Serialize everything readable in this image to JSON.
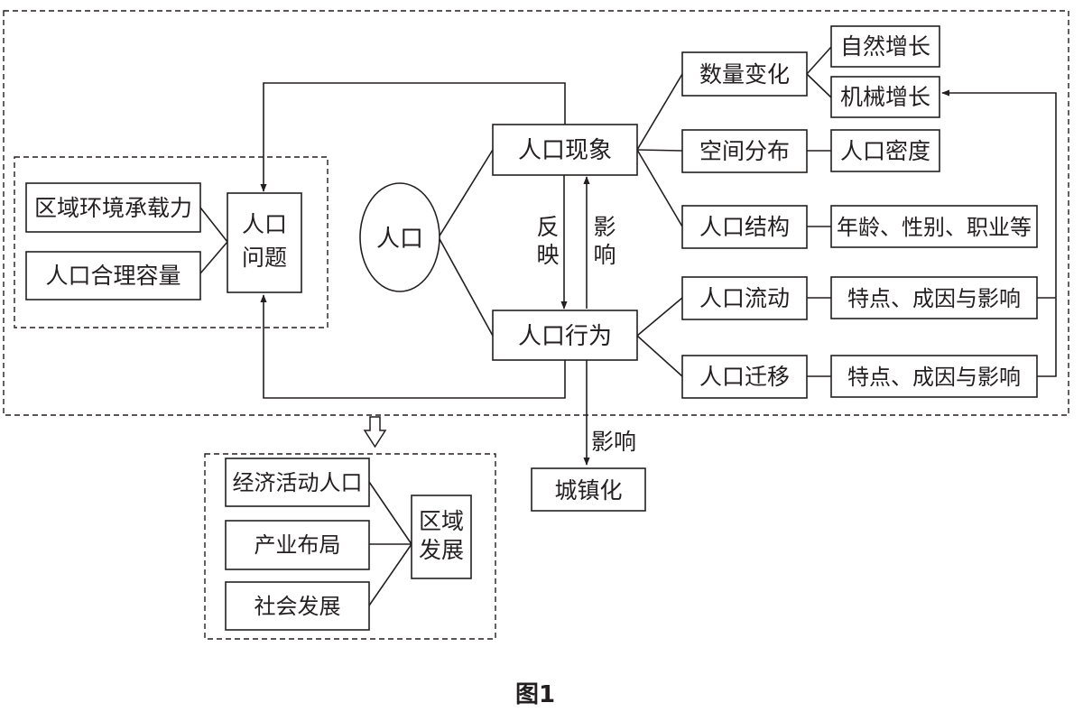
{
  "center": "人口",
  "phenomenon": "人口现象",
  "behavior": "人口行为",
  "reflect": [
    "反",
    "映"
  ],
  "influence_pair": [
    "影",
    "响"
  ],
  "influence": "影响",
  "urbanization": "城镇化",
  "problem": [
    "人口",
    "问题"
  ],
  "left_factors": [
    "区域环境承载力",
    "人口合理容量"
  ],
  "quantity": {
    "label": "数量变化",
    "sub": [
      "自然增长",
      "机械增长"
    ]
  },
  "distribution": {
    "label": "空间分布",
    "sub": "人口密度"
  },
  "structure": {
    "label": "人口结构",
    "sub": "年龄、性别、职业等"
  },
  "flow": {
    "label": "人口流动",
    "sub": "特点、成因与影响"
  },
  "migration": {
    "label": "人口迁移",
    "sub": "特点、成因与影响"
  },
  "development": {
    "label": [
      "区域",
      "发展"
    ],
    "factors": [
      "经济活动人口",
      "产业布局",
      "社会发展"
    ]
  },
  "caption": "图1"
}
